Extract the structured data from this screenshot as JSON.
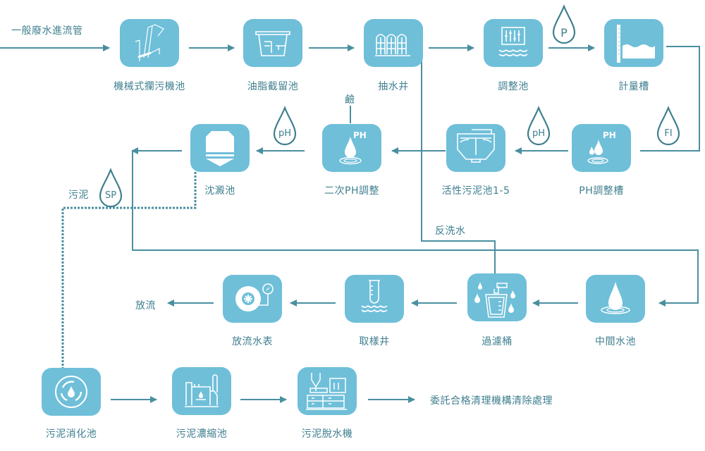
{
  "colors": {
    "node_bg": "#6fbfd9",
    "line": "#4a8fa0",
    "text": "#3f7f8f",
    "icon_stroke": "#ffffff"
  },
  "inflow_label": "一般廢水進流管",
  "nodes": {
    "bar_screen": {
      "label": "機械式攔污機池",
      "icon": "bar-screen-icon"
    },
    "grease_trap": {
      "label": "油脂截留池",
      "icon": "grease-trap-icon"
    },
    "pump_well": {
      "label": "抽水井",
      "icon": "pump-tanks-icon"
    },
    "equalization": {
      "label": "調整池",
      "icon": "control-panel-water-icon"
    },
    "metering": {
      "label": "計量槽",
      "icon": "level-gauge-icon"
    },
    "ph_adjust": {
      "label": "PH調整槽",
      "icon": "ph-drops-icon"
    },
    "activated_sludge": {
      "label": "活性污泥池1-5",
      "icon": "activated-sludge-tank-icon"
    },
    "ph_adjust_2": {
      "label": "二次PH調整",
      "icon": "ph-drop-icon"
    },
    "sedimentation": {
      "label": "沈澱池",
      "icon": "sedimentation-tank-icon"
    },
    "intermediate": {
      "label": "中間水池",
      "icon": "water-drop-ripple-icon"
    },
    "filter": {
      "label": "過濾桶",
      "icon": "filter-bucket-icon"
    },
    "sampling": {
      "label": "取樣井",
      "icon": "test-tube-icon"
    },
    "effluent_meter": {
      "label": "放流水表",
      "icon": "flow-meter-icon"
    },
    "digestion": {
      "label": "污泥消化池",
      "icon": "recycle-drop-icon"
    },
    "thickening": {
      "label": "污泥濃縮池",
      "icon": "thickener-plant-icon"
    },
    "dewatering": {
      "label": "污泥脫水機",
      "icon": "dewatering-machine-icon"
    }
  },
  "instruments": {
    "p": "P",
    "ph_1": "pH",
    "ph_2": "pH",
    "fi": "FI",
    "sp": "SP"
  },
  "annotations": {
    "alkali": "鹼",
    "backwash": "反洗水",
    "sludge": "污泥",
    "discharge": "放流",
    "outsourced_disposal": "委託合格清理機構清除處理"
  }
}
